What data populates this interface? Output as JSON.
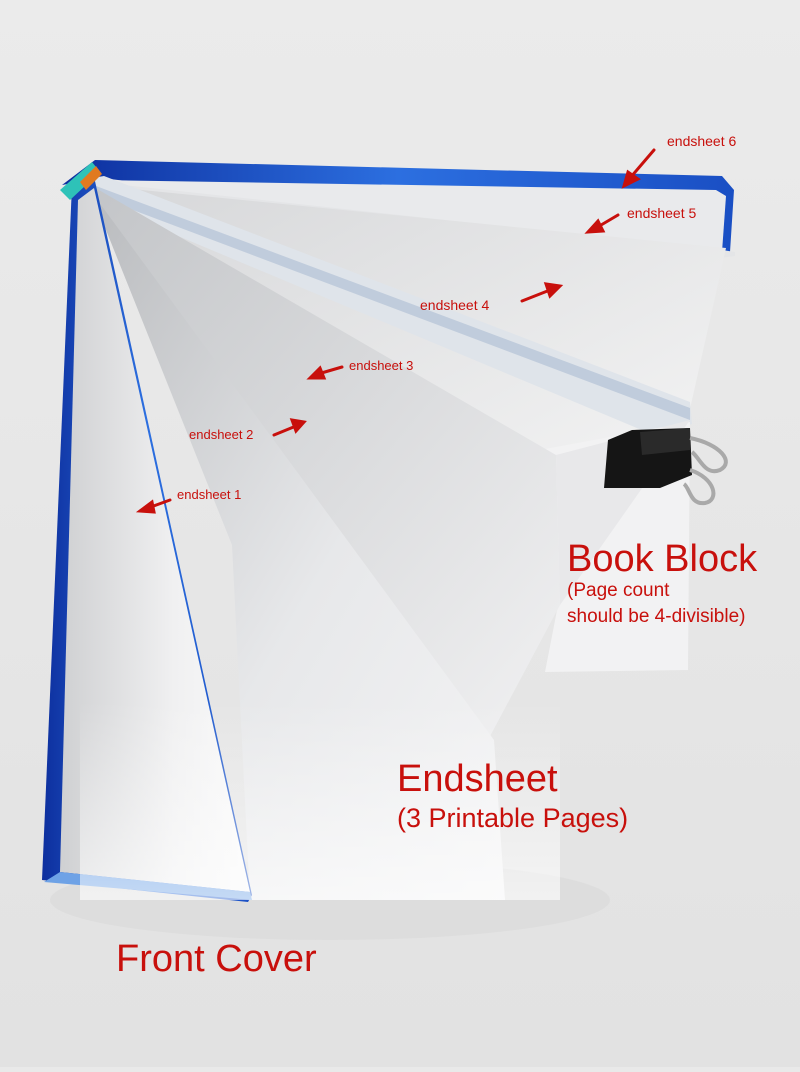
{
  "annotations": {
    "endsheet_1": "endsheet 1",
    "endsheet_2": "endsheet 2",
    "endsheet_3": "endsheet 3",
    "endsheet_4": "endsheet 4",
    "endsheet_5": "endsheet 5",
    "endsheet_6": "endsheet 6"
  },
  "headings": {
    "book_block": "Book Block",
    "book_block_note_line1": "(Page count",
    "book_block_note_line2": "should be 4-divisible)",
    "endsheet": "Endsheet",
    "endsheet_note": "(3 Printable Pages)",
    "front_cover": "Front Cover"
  },
  "colors": {
    "annotation_red": "#c8100c",
    "background": "#e9e9e9",
    "cover_blue": "#1a4fc4"
  }
}
